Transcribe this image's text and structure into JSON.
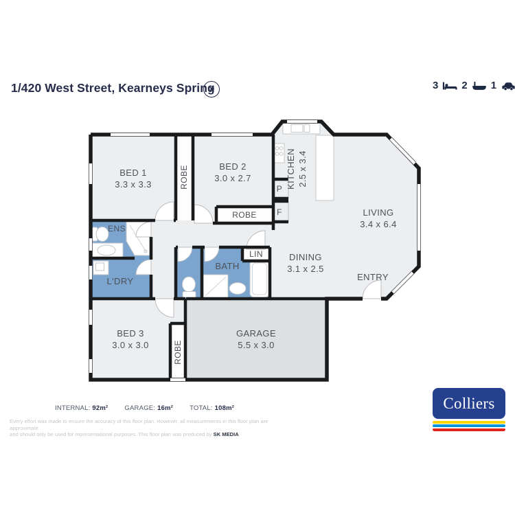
{
  "header": {
    "title": "1/420 West Street, Kearneys Spring",
    "stats": {
      "beds": "3",
      "baths": "2",
      "cars": "1"
    }
  },
  "floorplan": {
    "bed1": {
      "name": "BED 1",
      "dims": "3.3 x 3.3"
    },
    "robe1": {
      "name": "ROBE"
    },
    "bed2": {
      "name": "BED 2",
      "dims": "3.0 x 2.7"
    },
    "robe2": {
      "name": "ROBE"
    },
    "kitchen": {
      "name": "KITCHEN",
      "dims": "2.5 x 3.4"
    },
    "pantry": {
      "name": "P"
    },
    "fridge": {
      "name": "F"
    },
    "living": {
      "name": "LIVING",
      "dims": "3.4 x 6.4"
    },
    "ens": {
      "name": "ENS"
    },
    "laundry": {
      "name": "L'DRY"
    },
    "bath": {
      "name": "BATH"
    },
    "linen": {
      "name": "LIN"
    },
    "dining": {
      "name": "DINING",
      "dims": "3.1 x 2.5"
    },
    "entry": {
      "name": "ENTRY"
    },
    "bed3": {
      "name": "BED 3",
      "dims": "3.0 x 3.0"
    },
    "robe3": {
      "name": "ROBE"
    },
    "garage": {
      "name": "GARAGE",
      "dims": "5.5 x 3.0"
    }
  },
  "areas": {
    "internal_label": "INTERNAL:",
    "internal_value": "92m²",
    "garage_label": "GARAGE:",
    "garage_value": "16m²",
    "total_label": "TOTAL:",
    "total_value": "108m²"
  },
  "disclaimer": {
    "line1": "Every effort was made to ensure the accuracy of this floor plan. However, all measurements in this floor plan are approximate",
    "line2": "and should only be used for representational purposes. This floor plan was produced by ",
    "producer": "SK MEDIA"
  },
  "logo": {
    "brand": "Colliers"
  },
  "colors": {
    "navy": "#262C49",
    "wall": "#1A1B1D",
    "floor": "#ECEEF0",
    "wet_area": "#7BA4CF",
    "garage_floor": "#DCE0E3",
    "brand_blue": "#25408F",
    "brand_yellow": "#FFD500",
    "brand_cyan": "#0095DA",
    "brand_red": "#E2251B"
  }
}
